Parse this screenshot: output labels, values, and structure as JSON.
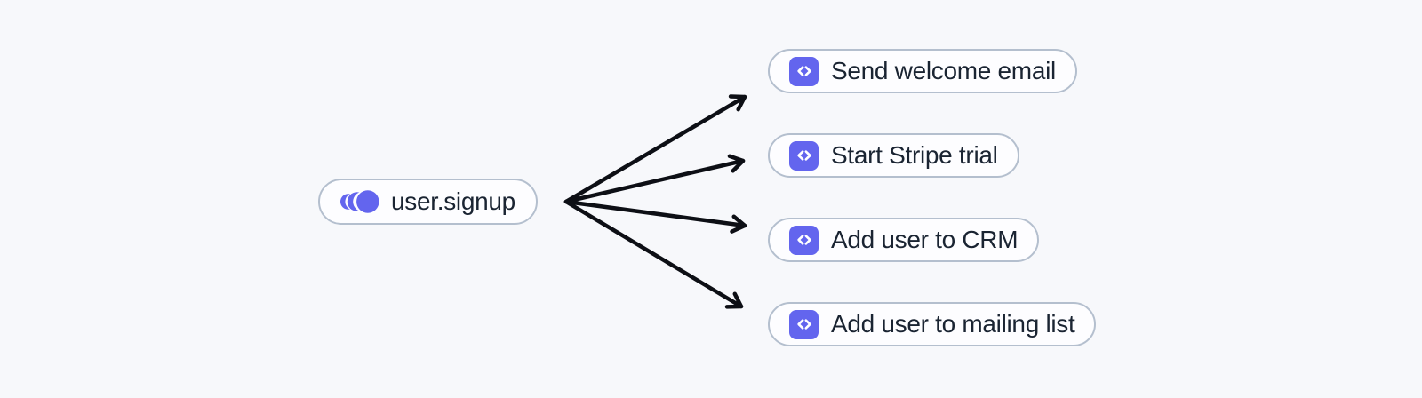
{
  "canvas": {
    "background": "#f7f8fb"
  },
  "colors": {
    "accent_purple": "#6365ee",
    "node_border": "#b4bfce",
    "node_background": "#fdfdff",
    "label_text": "#1a2432",
    "arrow": "#0d0f15"
  },
  "diagram": {
    "trigger": {
      "label": "user.signup",
      "icon": "event-pulse-icon"
    },
    "actions": [
      {
        "label": "Send welcome email",
        "icon": "code-icon"
      },
      {
        "label": "Start Stripe trial",
        "icon": "code-icon"
      },
      {
        "label": "Add user to CRM",
        "icon": "code-icon"
      },
      {
        "label": "Add user to mailing list",
        "icon": "code-icon"
      }
    ],
    "edges": [
      {
        "from": "user.signup",
        "to": "Send welcome email"
      },
      {
        "from": "user.signup",
        "to": "Start Stripe trial"
      },
      {
        "from": "user.signup",
        "to": "Add user to CRM"
      },
      {
        "from": "user.signup",
        "to": "Add user to mailing list"
      }
    ]
  }
}
